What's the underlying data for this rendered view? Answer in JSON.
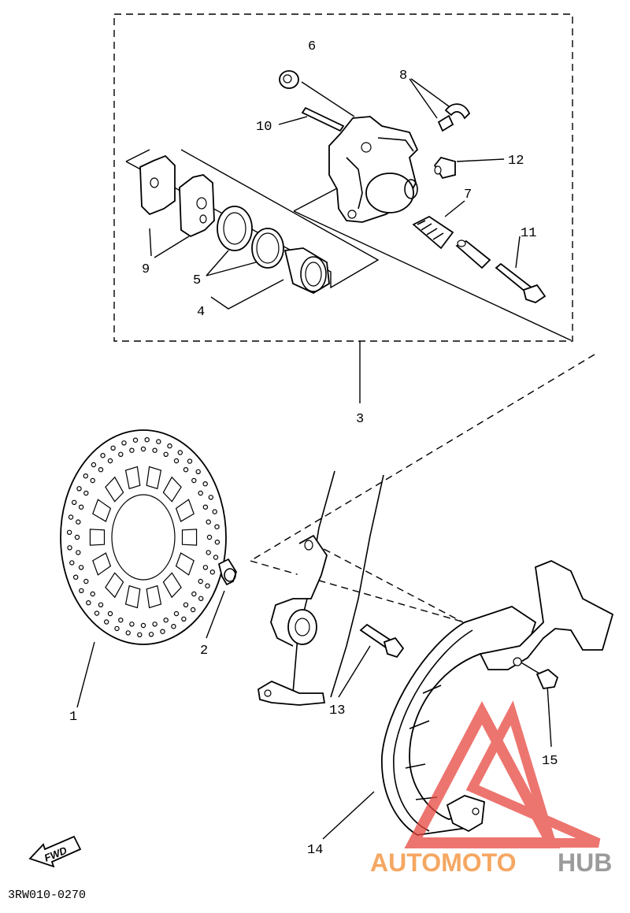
{
  "diagram": {
    "code": "3RW010-0270",
    "fwd_label": "FWD"
  },
  "parts": [
    {
      "key": "p1",
      "label": "1"
    },
    {
      "key": "p2",
      "label": "2"
    },
    {
      "key": "p3",
      "label": "3"
    },
    {
      "key": "p4",
      "label": "4"
    },
    {
      "key": "p5",
      "label": "5"
    },
    {
      "key": "p6",
      "label": "6"
    },
    {
      "key": "p7",
      "label": "7"
    },
    {
      "key": "p8",
      "label": "8"
    },
    {
      "key": "p9",
      "label": "9"
    },
    {
      "key": "p10",
      "label": "10"
    },
    {
      "key": "p11",
      "label": "11"
    },
    {
      "key": "p12",
      "label": "12"
    },
    {
      "key": "p13",
      "label": "13"
    },
    {
      "key": "p14",
      "label": "14"
    },
    {
      "key": "p15",
      "label": "15"
    }
  ],
  "watermark": {
    "brand_part1": "AUTOMOTO",
    "brand_part2": "HUB",
    "color_primary": "#f28a2e",
    "color_secondary": "#7a7a7a",
    "triangle_color": "#e8473f"
  }
}
